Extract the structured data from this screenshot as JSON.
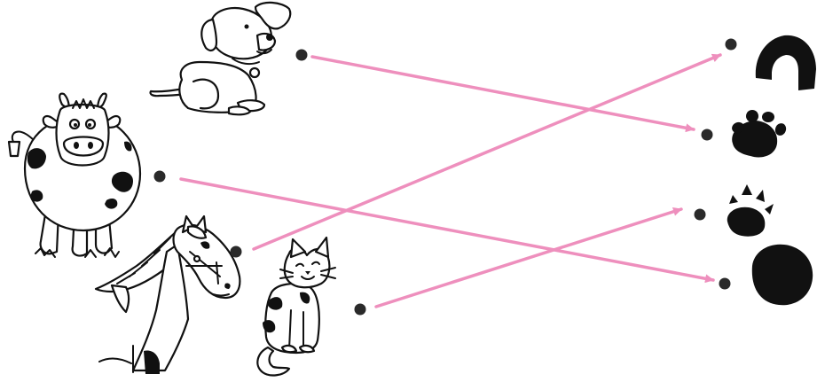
{
  "colors": {
    "arrow": "#ee8fbd",
    "dot": "#2a2a2a",
    "ink": "#111111"
  },
  "animals": [
    {
      "name": "dog",
      "icon": "dog-icon"
    },
    {
      "name": "cow",
      "icon": "cow-icon"
    },
    {
      "name": "horse",
      "icon": "horse-icon"
    },
    {
      "name": "cat",
      "icon": "cat-icon"
    }
  ],
  "tracks": [
    {
      "name": "horseshoe-track",
      "icon": "horseshoe-icon"
    },
    {
      "name": "dog-paw-track",
      "icon": "dog-paw-icon"
    },
    {
      "name": "cat-paw-track",
      "icon": "cat-paw-icon"
    },
    {
      "name": "cow-hoof-track",
      "icon": "hoof-icon"
    }
  ],
  "matches": [
    {
      "from": "dog",
      "to": "dog-paw-track"
    },
    {
      "from": "cow",
      "to": "cow-hoof-track"
    },
    {
      "from": "horse",
      "to": "horseshoe-track"
    },
    {
      "from": "cat",
      "to": "cat-paw-track"
    }
  ]
}
